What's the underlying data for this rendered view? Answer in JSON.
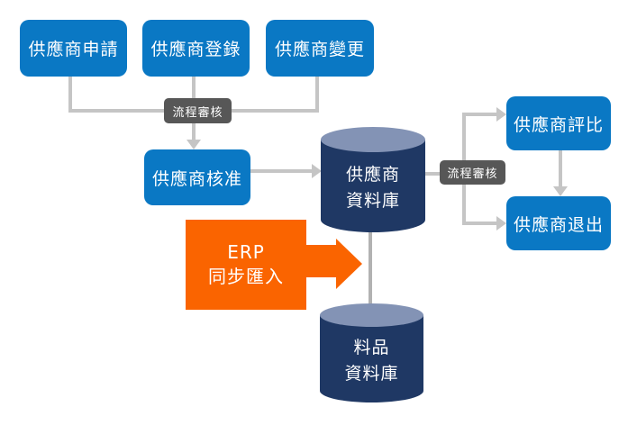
{
  "colors": {
    "process_blue": "#0a78c4",
    "database_navy": "#1f3864",
    "database_top": "#8393b5",
    "erp_orange": "#fa6400",
    "connector_gray": "#c5c5c5",
    "review_badge_gray": "#575757",
    "text_white": "#ffffff"
  },
  "nodes": {
    "supplier_apply": {
      "label": "供應商申請"
    },
    "supplier_register": {
      "label": "供應商登錄"
    },
    "supplier_change": {
      "label": "供應商變更"
    },
    "supplier_approve": {
      "label": "供應商核准"
    },
    "supplier_evaluate": {
      "label": "供應商評比"
    },
    "supplier_exit": {
      "label": "供應商退出"
    },
    "process_review_left": {
      "label": "流程審核"
    },
    "process_review_right": {
      "label": "流程審核"
    },
    "supplier_database": {
      "line1": "供應商",
      "line2": "資料庫"
    },
    "material_database": {
      "line1": "料品",
      "line2": "資料庫"
    },
    "erp_import": {
      "line1": "ERP",
      "line2": "同步匯入"
    }
  }
}
